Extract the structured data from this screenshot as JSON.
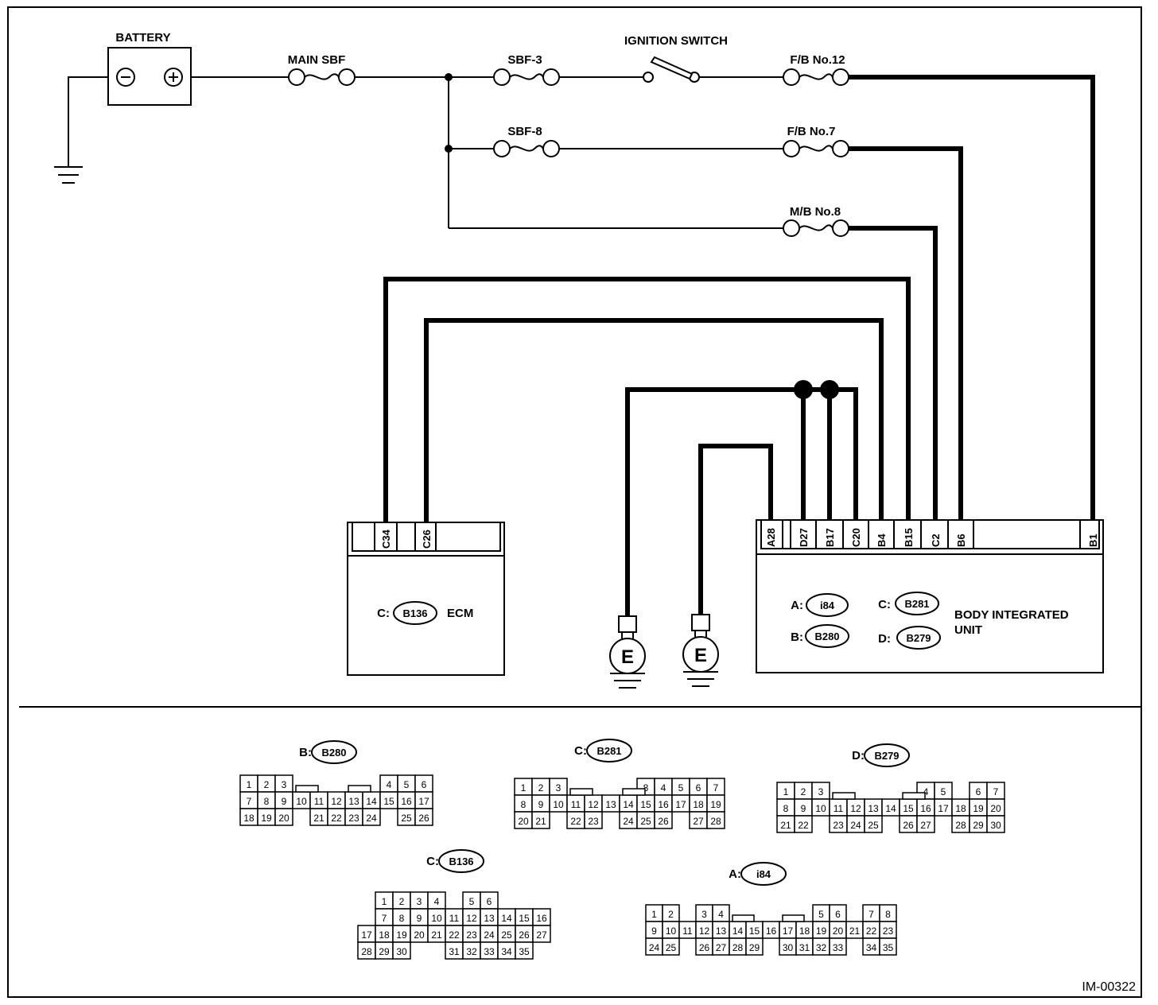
{
  "labels": {
    "battery": "BATTERY",
    "main_sbf": "MAIN SBF",
    "sbf3": "SBF-3",
    "sbf8": "SBF-8",
    "ignition_switch": "IGNITION SWITCH",
    "fb12": "F/B No.12",
    "fb7": "F/B No.7",
    "mb8": "M/B No.8",
    "ecm": "ECM",
    "biu_line1": "BODY INTEGRATED",
    "biu_line2": "UNIT",
    "ground_e": "E",
    "ref_code": "IM-00322"
  },
  "ecm": {
    "connector_prefix": "C:",
    "connector_code": "B136",
    "pins": [
      "C34",
      "C26"
    ]
  },
  "biu": {
    "pins": [
      "A28",
      "D27",
      "B17",
      "C20",
      "B4",
      "B15",
      "C2",
      "B6",
      "B1"
    ],
    "connectors": [
      {
        "prefix": "A:",
        "code": "i84"
      },
      {
        "prefix": "B:",
        "code": "B280"
      },
      {
        "prefix": "C:",
        "code": "B281"
      },
      {
        "prefix": "D:",
        "code": "B279"
      }
    ]
  },
  "connector_views": [
    {
      "prefix": "B:",
      "code": "B280",
      "rows": [
        [
          "1",
          "2",
          "3",
          "",
          "",
          "",
          "",
          "",
          "4",
          "5",
          "6"
        ],
        [
          "7",
          "8",
          "9",
          "10",
          "11",
          "12",
          "13",
          "14",
          "15",
          "16",
          "17"
        ],
        [
          "18",
          "19",
          "20",
          "",
          "21",
          "22",
          "23",
          "24",
          "",
          "25",
          "26"
        ]
      ]
    },
    {
      "prefix": "C:",
      "code": "B281",
      "rows": [
        [
          "1",
          "2",
          "3",
          "",
          "",
          "",
          "",
          "8",
          "4",
          "5",
          "6",
          "7"
        ],
        [
          "8",
          "9",
          "10",
          "11",
          "12",
          "13",
          "14",
          "15",
          "16",
          "17",
          "18",
          "19"
        ],
        [
          "20",
          "21",
          "",
          "22",
          "23",
          "",
          "24",
          "25",
          "26",
          "",
          "27",
          "28"
        ]
      ]
    },
    {
      "prefix": "D:",
      "code": "B279",
      "rows": [
        [
          "1",
          "2",
          "3",
          "",
          "",
          "",
          "",
          "",
          "4",
          "5",
          "",
          "6",
          "7"
        ],
        [
          "8",
          "9",
          "10",
          "11",
          "12",
          "13",
          "14",
          "15",
          "16",
          "17",
          "18",
          "19",
          "20"
        ],
        [
          "21",
          "22",
          "",
          "23",
          "24",
          "25",
          "",
          "26",
          "27",
          "",
          "28",
          "29",
          "30"
        ]
      ]
    },
    {
      "prefix": "C:",
      "code": "B136",
      "rows": [
        [
          "",
          "1",
          "2",
          "3",
          "4",
          "",
          "5",
          "6"
        ],
        [
          "",
          "7",
          "8",
          "9",
          "10",
          "11",
          "12",
          "13",
          "14",
          "15",
          "16"
        ],
        [
          "17",
          "18",
          "19",
          "20",
          "21",
          "22",
          "23",
          "24",
          "25",
          "26",
          "27"
        ],
        [
          "28",
          "29",
          "30",
          "",
          "",
          "31",
          "32",
          "33",
          "34",
          "35"
        ]
      ]
    },
    {
      "prefix": "A:",
      "code": "i84",
      "rows": [
        [
          "1",
          "2",
          "",
          "3",
          "4",
          "",
          "",
          "",
          "",
          "",
          "5",
          "6",
          "",
          "7",
          "8"
        ],
        [
          "9",
          "10",
          "11",
          "12",
          "13",
          "14",
          "15",
          "16",
          "17",
          "18",
          "19",
          "20",
          "21",
          "22",
          "23"
        ],
        [
          "24",
          "25",
          "",
          "26",
          "27",
          "28",
          "29",
          "",
          "30",
          "31",
          "32",
          "33",
          "",
          "34",
          "35"
        ]
      ]
    }
  ]
}
